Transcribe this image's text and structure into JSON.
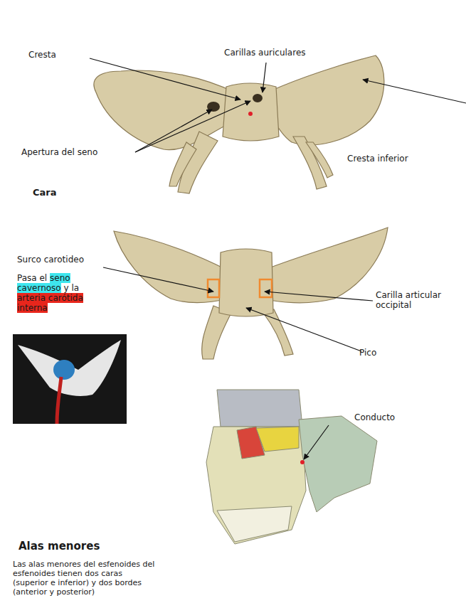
{
  "diagram": {
    "labels": [
      "Cresta",
      "Carillas auriculares",
      "Apertura del seno",
      "Cresta inferior",
      "Cara",
      "Surco carotideo",
      "Pasa el",
      "seno cavernoso",
      "y la",
      "arteria carótida interna",
      "Carilla articular occipital",
      "Pico",
      "Conducto",
      "Alas menores",
      "Las alas menores del esfenoides del esfenoides tienen dos caras (superior e inferior) y dos bordes (anterior y posterior)"
    ]
  }
}
